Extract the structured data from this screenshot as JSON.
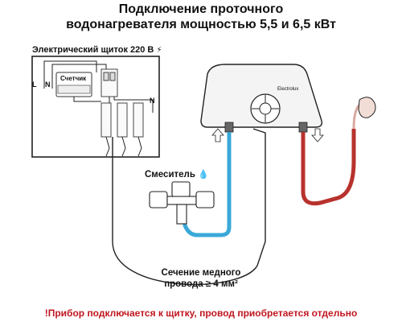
{
  "title": {
    "line1": "Подключение проточного",
    "line2": "водонагревателя мощностью 5,5 и 6,5 кВт"
  },
  "panel": {
    "label": "Электрический щиток 220 В",
    "meter_label": "Счетчик",
    "terminal_l": "L",
    "terminal_n": "N",
    "terminal_n_right": "N"
  },
  "heater": {
    "brand": "Electrolux"
  },
  "mixer": {
    "label": "Смеситель"
  },
  "cable": {
    "label_line1": "Сечение медного",
    "label_line2": "провода ≥ 4 мм²"
  },
  "footer": {
    "note": "!Прибор подключается к щитку, провод приобретается отдельно"
  },
  "colors": {
    "cold_pipe": "#3aa8d8",
    "hot_pipe": "#b8322d",
    "note_text": "#c0161f",
    "heater_body": "#f4f4f4",
    "outline": "#222222"
  },
  "icons": [
    "lightning-icon",
    "water-drop-icon",
    "arrow-up-icon",
    "arrow-down-icon"
  ]
}
